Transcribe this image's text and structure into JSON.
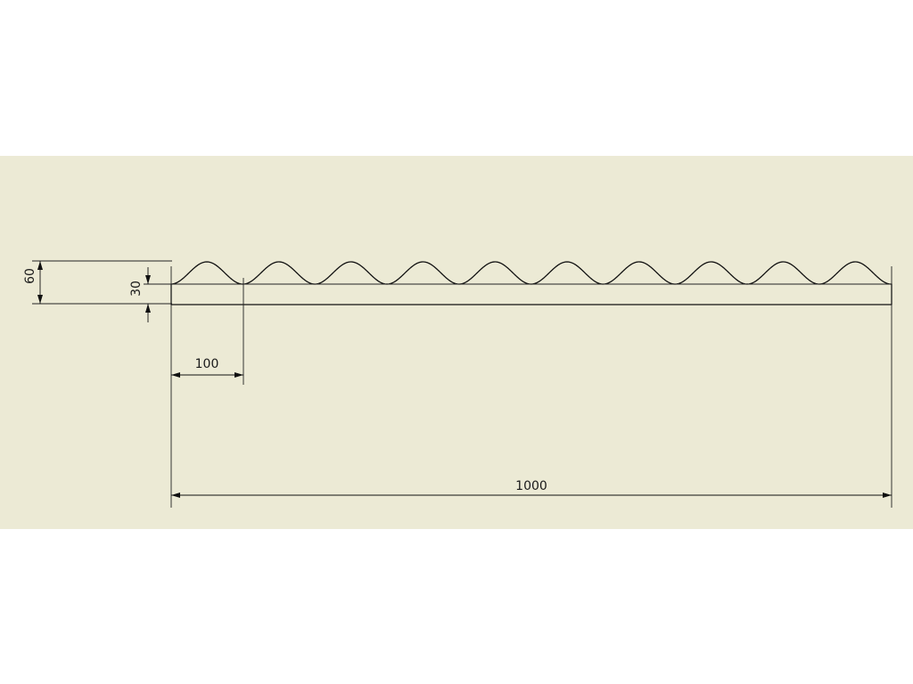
{
  "canvas": {
    "background_color": "#ffffff",
    "sheet_color": "#ECEAD5",
    "line_color": "#111111"
  },
  "dimensions": {
    "total_height": "60",
    "wave_amplitude": "30",
    "wave_pitch": "100",
    "total_length": "1000"
  }
}
